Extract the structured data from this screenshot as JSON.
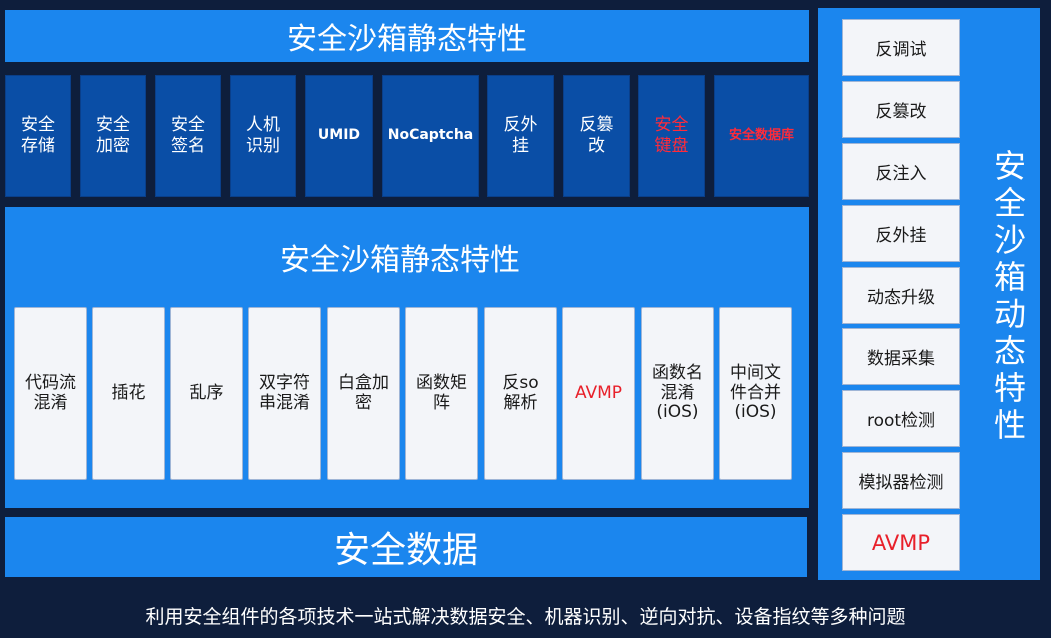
{
  "top_banner": {
    "title": "安全沙箱静态特性"
  },
  "top_row": {
    "items": [
      {
        "label": "安全\n存储",
        "style": "normal"
      },
      {
        "label": "安全\n加密",
        "style": "normal"
      },
      {
        "label": "安全\n签名",
        "style": "normal"
      },
      {
        "label": "人机\n识别",
        "style": "normal"
      },
      {
        "label": "UMID",
        "style": "small"
      },
      {
        "label": "NoCaptcha",
        "style": "small"
      },
      {
        "label": "反外\n挂",
        "style": "normal"
      },
      {
        "label": "反篡\n改",
        "style": "normal"
      },
      {
        "label": "安全\n键盘",
        "style": "red"
      },
      {
        "label": "安全数据库",
        "style": "redsmall"
      }
    ],
    "colors": {
      "tile": "#0a4ea6",
      "highlight": "#ff2b3a"
    }
  },
  "middle_panel": {
    "title": "安全沙箱静态特性",
    "items": [
      {
        "label": "代码流\n混淆",
        "style": "normal"
      },
      {
        "label": "插花",
        "style": "normal"
      },
      {
        "label": "乱序",
        "style": "normal"
      },
      {
        "label": "双字符\n串混淆",
        "style": "normal"
      },
      {
        "label": "白盒加\n密",
        "style": "normal"
      },
      {
        "label": "函数矩\n阵",
        "style": "normal"
      },
      {
        "label": "反so\n解析",
        "style": "normal"
      },
      {
        "label": "AVMP",
        "style": "red"
      },
      {
        "label": "函数名\n混淆\n(iOS)",
        "style": "normal"
      },
      {
        "label": "中间文\n件合并\n(iOS)",
        "style": "normal"
      }
    ]
  },
  "bottom_banner": {
    "title": "安全数据"
  },
  "right_panel": {
    "title": "安全沙箱动态特性",
    "items": [
      {
        "label": "反调试",
        "style": "normal"
      },
      {
        "label": "反篡改",
        "style": "normal"
      },
      {
        "label": "反注入",
        "style": "normal"
      },
      {
        "label": "反外挂",
        "style": "normal"
      },
      {
        "label": "动态升级",
        "style": "normal"
      },
      {
        "label": "数据采集",
        "style": "normal"
      },
      {
        "label": "root检测",
        "style": "normal"
      },
      {
        "label": "模拟器检测",
        "style": "normal"
      },
      {
        "label": "AVMP",
        "style": "red"
      }
    ]
  },
  "footer": {
    "caption": "利用安全组件的各项技术一站式解决数据安全、机器识别、逆向对抗、设备指纹等多种问题"
  },
  "colors": {
    "panel_blue": "#1b86ee",
    "background": "#0e1e3c",
    "accent_red": "#e8202a"
  }
}
